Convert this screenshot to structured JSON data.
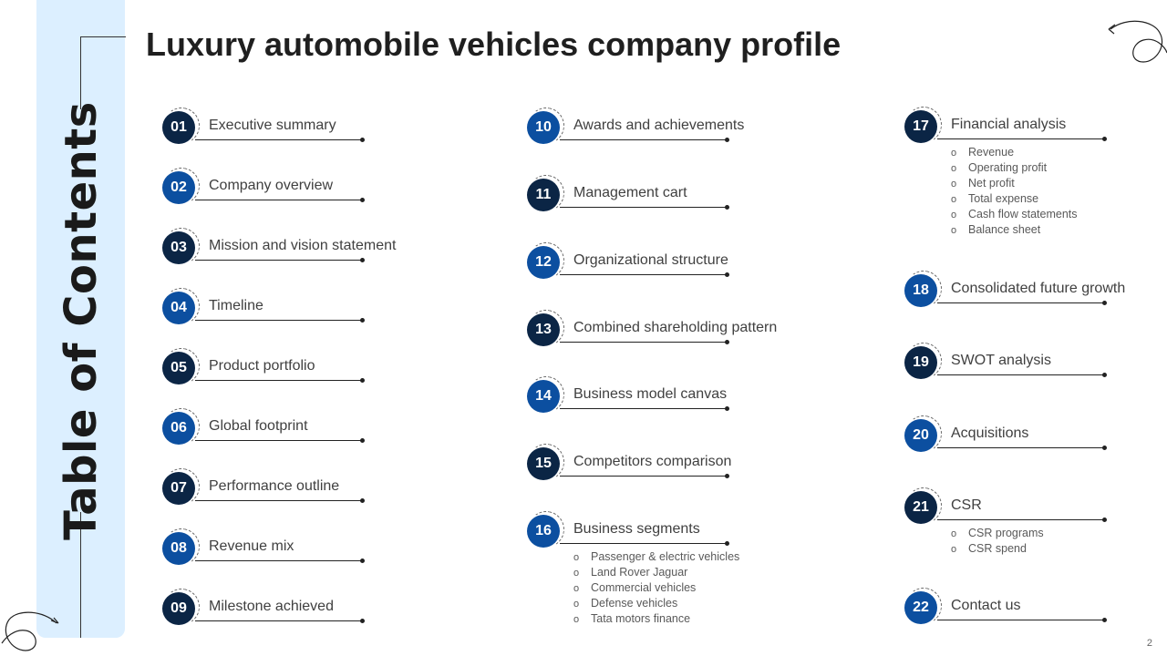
{
  "page": {
    "title": "Luxury automobile vehicles company profile",
    "sidebar_title": "Table of Contents",
    "page_number": "2"
  },
  "colors": {
    "dark_badge": "#0b2545",
    "blue_badge": "#0c4fa0",
    "sidebar_bg": "#dcefff"
  },
  "toc": {
    "col1": [
      {
        "num": "01",
        "label": "Executive summary"
      },
      {
        "num": "02",
        "label": "Company overview"
      },
      {
        "num": "03",
        "label": "Mission and vision statement"
      },
      {
        "num": "04",
        "label": "Timeline"
      },
      {
        "num": "05",
        "label": "Product portfolio"
      },
      {
        "num": "06",
        "label": "Global footprint"
      },
      {
        "num": "07",
        "label": "Performance outline"
      },
      {
        "num": "08",
        "label": "Revenue mix"
      },
      {
        "num": "09",
        "label": "Milestone achieved"
      }
    ],
    "col2": [
      {
        "num": "10",
        "label": "Awards and achievements"
      },
      {
        "num": "11",
        "label": "Management cart"
      },
      {
        "num": "12",
        "label": "Organizational structure"
      },
      {
        "num": "13",
        "label": "Combined shareholding pattern"
      },
      {
        "num": "14",
        "label": "Business model canvas"
      },
      {
        "num": "15",
        "label": "Competitors comparison"
      },
      {
        "num": "16",
        "label": "Business segments",
        "subs": [
          "Passenger & electric vehicles",
          "Land Rover Jaguar",
          "Commercial vehicles",
          "Defense vehicles",
          "Tata motors finance"
        ]
      }
    ],
    "col3": [
      {
        "num": "17",
        "label": "Financial analysis",
        "subs": [
          "Revenue",
          "Operating profit",
          "Net profit",
          "Total expense",
          "Cash flow statements",
          "Balance sheet"
        ]
      },
      {
        "num": "18",
        "label": "Consolidated future growth"
      },
      {
        "num": "19",
        "label": "SWOT analysis"
      },
      {
        "num": "20",
        "label": "Acquisitions"
      },
      {
        "num": "21",
        "label": "CSR",
        "subs": [
          "CSR programs",
          "CSR spend"
        ]
      },
      {
        "num": "22",
        "label": "Contact us"
      }
    ]
  }
}
